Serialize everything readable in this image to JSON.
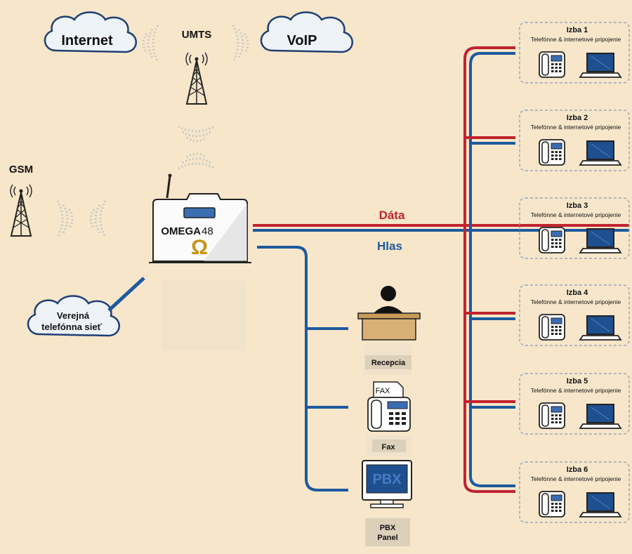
{
  "colors": {
    "background": "#f7e6ca",
    "data_line": "#c1232f",
    "voice_line": "#1d5a9e",
    "cloud_fill": "#eef3f8",
    "cloud_stroke": "#1f3f73",
    "room_border": "#9aa7b8"
  },
  "clouds": {
    "internet": "Internet",
    "voip": "VoIP",
    "pstn_line1": "Verejná",
    "pstn_line2": "telefónna sieť"
  },
  "towers": {
    "umts": "UMTS",
    "gsm": "GSM"
  },
  "device": {
    "brand": "OMEGA",
    "model": "48",
    "logo_glyph": "Ω"
  },
  "lines": {
    "data": "Dáta",
    "voice": "Hlas"
  },
  "endpoints": {
    "reception": "Recepcia",
    "fax": "Fax",
    "fax_sheet": "FAX",
    "pbx_screen": "PBX",
    "pbx_line1": "PBX",
    "pbx_line2": "Panel"
  },
  "rooms": [
    {
      "name": "Izba 1",
      "desc": "Telefónne & internetové pripojenie"
    },
    {
      "name": "Izba 2",
      "desc": "Telefónne & internetové pripojenie"
    },
    {
      "name": "Izba 3",
      "desc": "Telefónne & internetové pripojenie"
    },
    {
      "name": "Izba 4",
      "desc": "Telefónne & internetové pripojenie"
    },
    {
      "name": "Izba 5",
      "desc": "Telefónne & internetové pripojenie"
    },
    {
      "name": "Izba 6",
      "desc": "Telefónne & internetové pripojenie"
    }
  ],
  "icons": {
    "cloud": "cloud-icon",
    "tower": "radio-tower-icon",
    "router": "router-icon",
    "receptionist": "receptionist-icon",
    "fax": "fax-machine-icon",
    "monitor": "monitor-icon",
    "phone": "desk-phone-icon",
    "laptop": "laptop-icon"
  }
}
